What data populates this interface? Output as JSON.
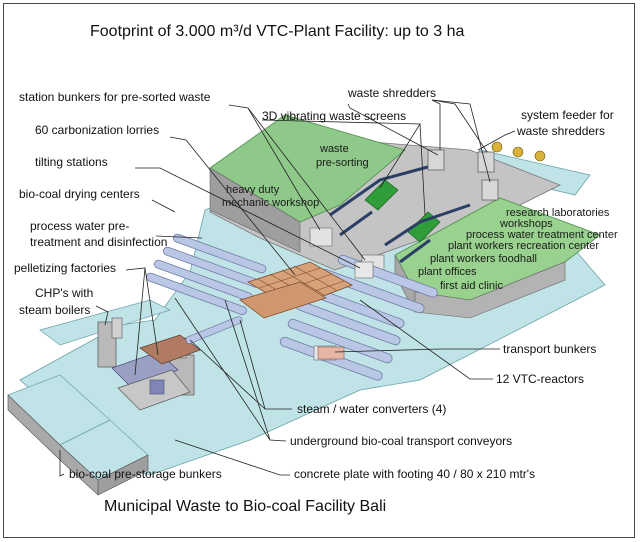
{
  "title": "Footprint of 3.000 m³/d VTC-Plant Facility: up to 3 ha",
  "caption": "Municipal Waste to Bio-coal Facility Bali",
  "labels": {
    "station_bunkers": "station bunkers for pre-sorted waste",
    "carbonization_lorries": "60 carbonization lorries",
    "tilting_stations": "tilting stations",
    "biocoal_drying": "bio-coal drying centers",
    "process_water_1": "process water pre-",
    "process_water_2": "treatment and disinfection",
    "pelletizing": "pelletizing factories",
    "chp_1": "CHP's with",
    "chp_2": "steam boilers",
    "waste_shredders": "waste shredders",
    "vibrating_screens": "3D vibrating waste screens",
    "system_feeder_1": "system feeder for",
    "system_feeder_2": "waste shredders",
    "transport_bunkers": "transport bunkers",
    "vtc_reactors": "12 VTC-reactors",
    "steam_converters": "steam / water converters (4)",
    "underground_conveyors": "underground bio-coal transport conveyors",
    "prestorage_bunkers": "bio-coal pre-storage bunkers",
    "concrete_plate": "concrete plate with footing 40 / 80 x 210 mtr's"
  },
  "in_image_labels": {
    "waste_presorting_1": "waste",
    "waste_presorting_2": "pre-sorting",
    "mechanic_workshop_1": "heavy duty",
    "mechanic_workshop_2": "mechanic workshop",
    "research_labs": "research laboratories",
    "workshops": "workshops",
    "process_water_center": "process water treatment center",
    "recreation_center": "plant workers recreation center",
    "foodhall": "plant workers foodhall",
    "plant_offices": "plant offices",
    "first_aid": "first aid clinic"
  },
  "colors": {
    "concrete_plate": "#bfe3e6",
    "green_roof": "#8fc98a",
    "grey_building": "#bcbcbc",
    "screens": "#2f9d3a",
    "reactor_tubes": "#b9c6e6",
    "lorries": "#c9906a"
  }
}
